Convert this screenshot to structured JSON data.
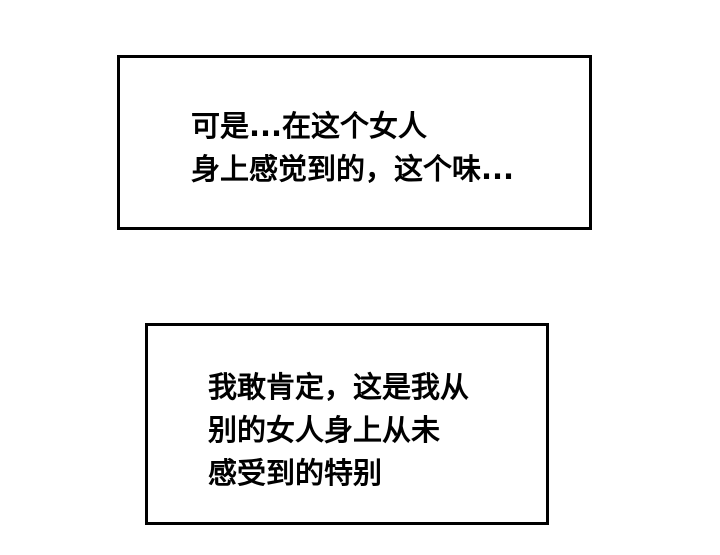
{
  "panel": {
    "background": "#ffffff",
    "border_color": "#000000",
    "text_color": "#000000"
  },
  "caption_boxes": [
    {
      "lines": [
        "可是...在这个女人",
        "身上感觉到的，这个味..."
      ]
    },
    {
      "lines": [
        "我敢肯定，这是我从",
        "别的女人身上从未",
        "感受到的特别"
      ]
    }
  ]
}
